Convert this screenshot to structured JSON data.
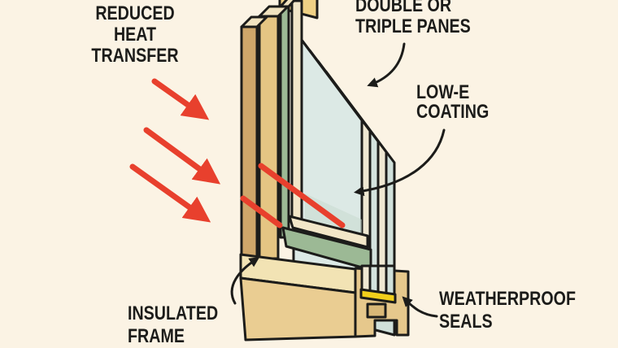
{
  "figure": {
    "title": "Energy-efficient insulated window cutaway diagram",
    "type": "illustrated-callout-diagram"
  },
  "labels": {
    "reduced_heat_transfer": [
      "REDUCED",
      "HEAT",
      "TRANSFER"
    ],
    "double_or_triple_panes": [
      "DOUBLE OR",
      "TRIPLE PANES"
    ],
    "low_e_coating": [
      "LOW-E",
      "COATING"
    ],
    "insulated_frame": [
      "INSULATED",
      "FRAME"
    ],
    "weatherproof_seals": [
      "WEATHERPROOF",
      "SEALS"
    ]
  },
  "callouts": [
    {
      "label": "REDUCED HEAT TRANSFER",
      "points_to": "three red heat arrows hitting window exterior"
    },
    {
      "label": "DOUBLE OR TRIPLE PANES",
      "points_to": "stacked glass pane edges at top cut"
    },
    {
      "label": "LOW-E COATING",
      "points_to": "glass pane surface"
    },
    {
      "label": "INSULATED FRAME",
      "points_to": "wooden frame post above sill"
    },
    {
      "label": "WEATHERPROOF SEALS",
      "points_to": "yellow seal strip in sill cross-section"
    }
  ],
  "colors": {
    "bg": "#FBF3E4",
    "ink": "#1C1C1A",
    "red": "#E8402D",
    "postDark": "#CEA66A",
    "postLight": "#E5C583",
    "bevelCream": "#F1E3C0",
    "gold": "#EFD185",
    "green": "#9CB995",
    "cream": "#F2E6C8",
    "glassFace": "#DCE9E5",
    "glassMid": "#D4E3DE",
    "glassBack": "#D0E0DA",
    "spacerCream": "#EFE8D2",
    "glassShade": "#C9DACF",
    "sillTop": "#F2E3B4",
    "sillFront": "#EACD92",
    "sillEnd": "#E6C88C",
    "notchWood": "#D9B877",
    "seal": "#F2CF1B"
  }
}
